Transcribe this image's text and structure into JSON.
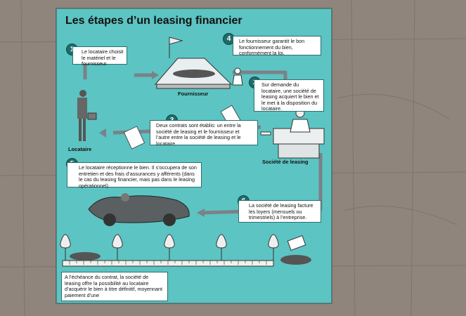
{
  "title": "Les étapes d’un leasing financier",
  "labels": {
    "fournisseur": "Fournisseur",
    "locataire": "Locataire",
    "societe": "Société de leasing"
  },
  "steps": [
    {
      "number": "1",
      "text": "Le locataire choisit le matériel et le fournisseur."
    },
    {
      "number": "2",
      "text": "Sur demande du locataire, une société de leasing acquiert le bien et le met à la disposition du locataire."
    },
    {
      "number": "3",
      "text": "Deux contrats sont établis: un entre la société de leasing et le fournisseur et l’autre entre la société de leasing et le locataire."
    },
    {
      "number": "4",
      "text": "Le fournisseur garantit le bon fonctionnement du bien, conformément la loi."
    },
    {
      "number": "5",
      "text": "Le locataire réceptionne le bien. Il s’occupera de son entretien et des frais d’assurances y afférents (dans le cas du leasing financier, mais pas dans le leasing opérationnel)."
    },
    {
      "number": "6",
      "text": "La société de leasing facture les loyers (mensuels ou trimestriels) à l’entreprise."
    }
  ],
  "final_text": "A l’échéance du contrat, la société de leasing offre la possibilité au locataire d’acquérir le bien à titre définitif, moyennant paiement d’une",
  "colors": {
    "panel": "#5cc4c2",
    "badge": "#1f6b6a",
    "arrow": "#7a8287",
    "background": "#8f857d"
  },
  "icons": [
    "money-bag-icon",
    "car-icon",
    "document-icon",
    "flag-icon",
    "person-icon",
    "desk-icon"
  ]
}
